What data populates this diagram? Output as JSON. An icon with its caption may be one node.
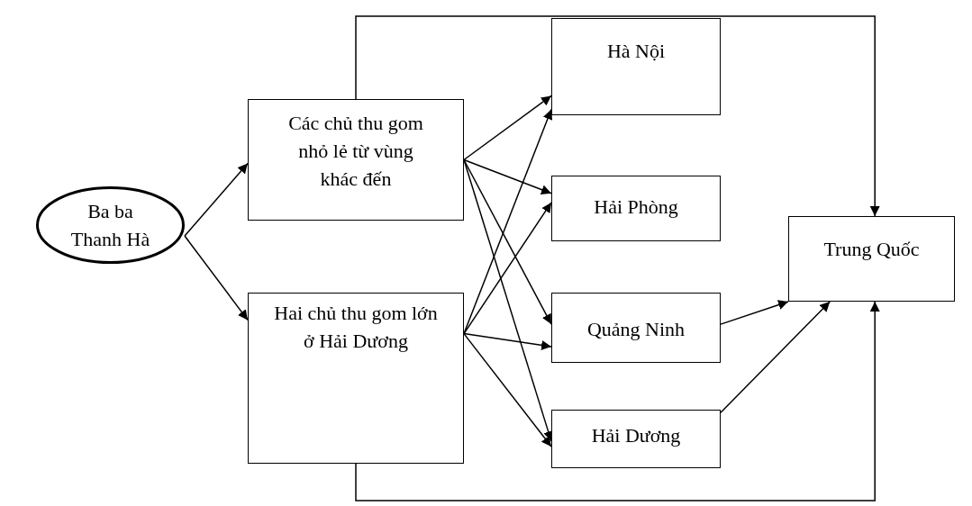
{
  "diagram": {
    "nodes": [
      {
        "text": [
          "Ba ba Thanh Hà"
        ]
      },
      {
        "text": [
          "Các chủ thu gom nhỏ lẻ từ vùng khác đến"
        ]
      },
      {
        "text": [
          "Hai chủ thu gom lớn ở Hải Dương"
        ]
      },
      {
        "text": [
          "Hà Nội"
        ]
      },
      {
        "text": [
          "Hải Phòng"
        ]
      },
      {
        "text": [
          "Quảng Ninh"
        ]
      },
      {
        "text": [
          "Hải Dương"
        ]
      },
      {
        "text": [
          "Trung Quốc"
        ]
      }
    ],
    "edges": [
      {
        "from": 0,
        "to": 1,
        "arrow": "to"
      },
      {
        "from": 0,
        "to": 2,
        "arrow": "to"
      },
      {
        "from": 1,
        "to": 3,
        "arrow": "to"
      },
      {
        "from": 1,
        "to": 4,
        "arrow": "to"
      },
      {
        "from": 1,
        "to": 5,
        "arrow": "to"
      },
      {
        "from": 1,
        "to": 6,
        "arrow": "to"
      },
      {
        "from": 2,
        "to": 3,
        "arrow": "to"
      },
      {
        "from": 2,
        "to": 4,
        "arrow": "to"
      },
      {
        "from": 2,
        "to": 5,
        "arrow": "to"
      },
      {
        "from": 2,
        "to": 6,
        "arrow": "to"
      },
      {
        "from": 5,
        "to": 7,
        "arrow": "to"
      },
      {
        "from": 6,
        "to": 7,
        "arrow": "to"
      },
      {
        "from": 1,
        "to": 7,
        "arrow": "to"
      },
      {
        "from": 2,
        "to": 7,
        "arrow": "to"
      }
    ]
  }
}
